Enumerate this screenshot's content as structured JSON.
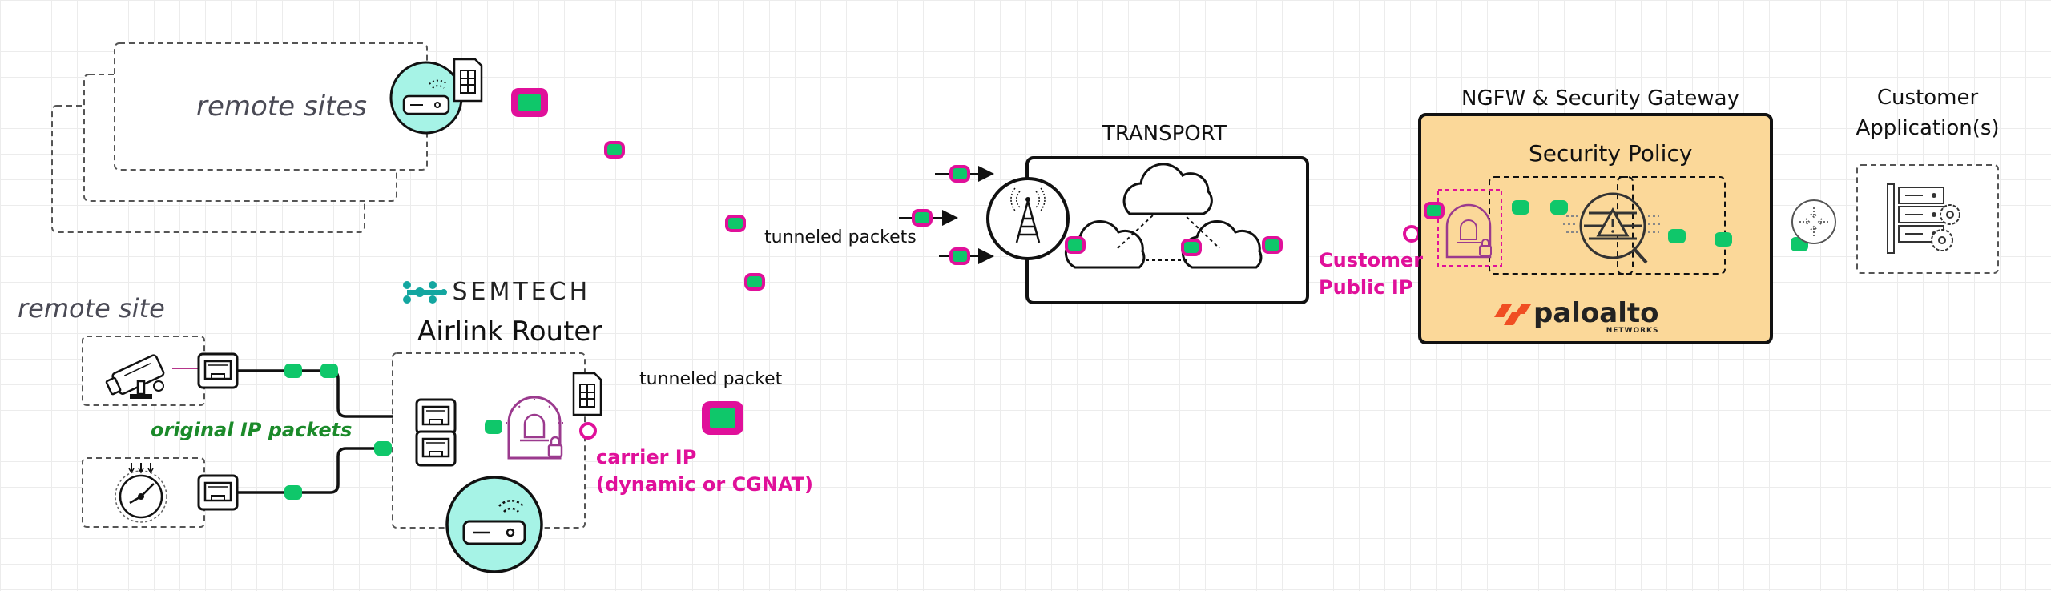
{
  "labels": {
    "remote_sites": "remote sites",
    "remote_site": "remote site",
    "semtech": "SEMTECH",
    "airlink_router": "Airlink Router",
    "original_ip_packets": "original IP packets",
    "tunneled_packet": "tunneled packet",
    "tunneled_packets": "tunneled packets",
    "carrier_ip_line1": "carrier IP",
    "carrier_ip_line2": "(dynamic or CGNAT)",
    "transport": "TRANSPORT",
    "customer_public_ip_line1": "Customer",
    "customer_public_ip_line2": "Public IP",
    "ngfw_title": "NGFW & Security Gateway",
    "security_policy": "Security Policy",
    "paloalto": "paloalto",
    "paloalto_sub": "NETWORKS",
    "customer_app_line1": "Customer",
    "customer_app_line2": "Application(s)"
  },
  "colors": {
    "packet_fill": "#0fc76a",
    "packet_border": "#e0109a",
    "router_fill": "#a6f3e6",
    "gateway_fill": "#fbd899",
    "accent_magenta": "#e0109a",
    "accent_green": "#1b8a2a",
    "semtech_teal": "#13a6a0",
    "paloalto_orange": "#f04e23",
    "lock_purple": "#9b3a8e"
  },
  "icons": [
    "router-icon",
    "sim-card-icon",
    "camera-icon",
    "meter-icon",
    "ethernet-port-icon",
    "lock-shield-icon",
    "cell-tower-icon",
    "cloud-icon",
    "firewall-inspect-icon",
    "network-hub-icon",
    "servers-icon"
  ]
}
